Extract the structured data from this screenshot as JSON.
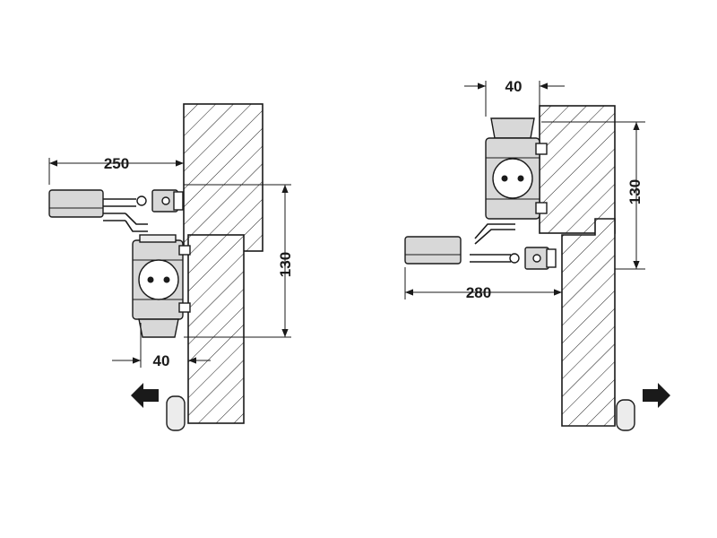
{
  "left_view": {
    "dim_horizontal_top": "250",
    "dim_vertical": "130",
    "dim_horizontal_bottom": "40"
  },
  "right_view": {
    "dim_horizontal_top": "40",
    "dim_vertical": "130",
    "dim_horizontal_bottom": "280"
  },
  "icons": {
    "left_arrow": "arrow-left-icon",
    "right_arrow": "arrow-right-icon"
  },
  "colors": {
    "line": "#1a1a1a",
    "body_fill": "#d8d8d8"
  }
}
